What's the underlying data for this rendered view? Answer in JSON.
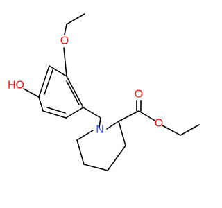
{
  "molecule": {
    "atoms": {
      "ethoxy_oxygen": {
        "label": "O",
        "color": "#ff0d0d"
      },
      "hydroxyl": {
        "label": "HO",
        "color": "#ff0d0d"
      },
      "ring_nitrogen": {
        "label": "N",
        "color": "#3050f8"
      },
      "carbonyl_oxygen": {
        "label": "O",
        "color": "#ff0d0d"
      },
      "ester_oxygen": {
        "label": "O",
        "color": "#ff0d0d"
      }
    },
    "bond_color": "#000000",
    "background_color": "#ffffff"
  }
}
